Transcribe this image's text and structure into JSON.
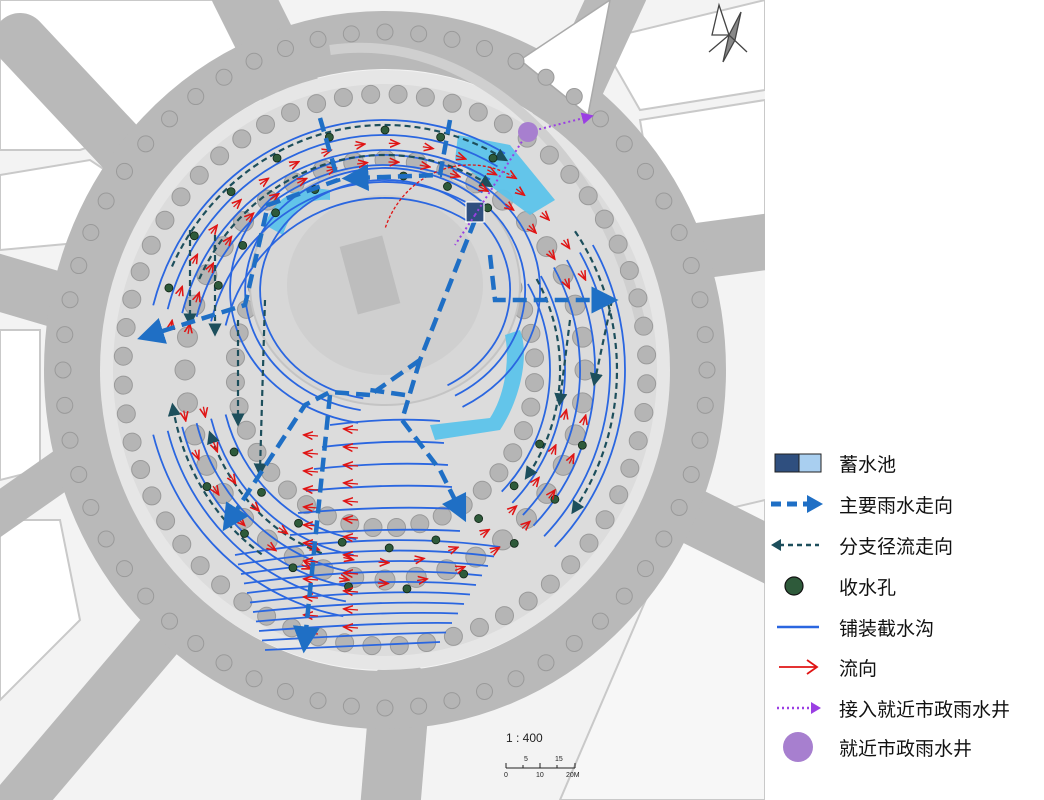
{
  "colors": {
    "tank_dark": "#2f4f7f",
    "tank_light": "#a9cff0",
    "main_flow": "#1f6fc5",
    "branch": "#1d4f5c",
    "hole": "#2e5a3a",
    "channel": "#2a66e0",
    "flow_arrow": "#e01414",
    "connect": "#9b3fe3",
    "well": "#a77fcf",
    "pool": "#5cc3ea",
    "road": "#b9b9b9",
    "plaza": "#e8e8e8",
    "tree": "#b5b5b5"
  },
  "legend": [
    {
      "key": "reservoir",
      "label": "蓄水池",
      "icon": "reservoir-icon"
    },
    {
      "key": "main",
      "label": "主要雨水走向",
      "icon": "main-flow-icon"
    },
    {
      "key": "branch",
      "label": "分支径流走向",
      "icon": "branch-flow-icon"
    },
    {
      "key": "hole",
      "label": "收水孔",
      "icon": "drain-hole-icon"
    },
    {
      "key": "channel",
      "label": "铺装截水沟",
      "icon": "channel-icon"
    },
    {
      "key": "flow",
      "label": "流向",
      "icon": "flow-arrow-icon"
    },
    {
      "key": "connect",
      "label": "接入就近市政雨水井",
      "icon": "connection-icon"
    },
    {
      "key": "well",
      "label": "就近市政雨水井",
      "icon": "well-icon"
    }
  ],
  "scale": {
    "text": "1 : 400",
    "ticks": [
      "0",
      "5",
      "10",
      "15",
      "20M"
    ]
  },
  "north": {
    "icon": "north-arrow-icon"
  }
}
